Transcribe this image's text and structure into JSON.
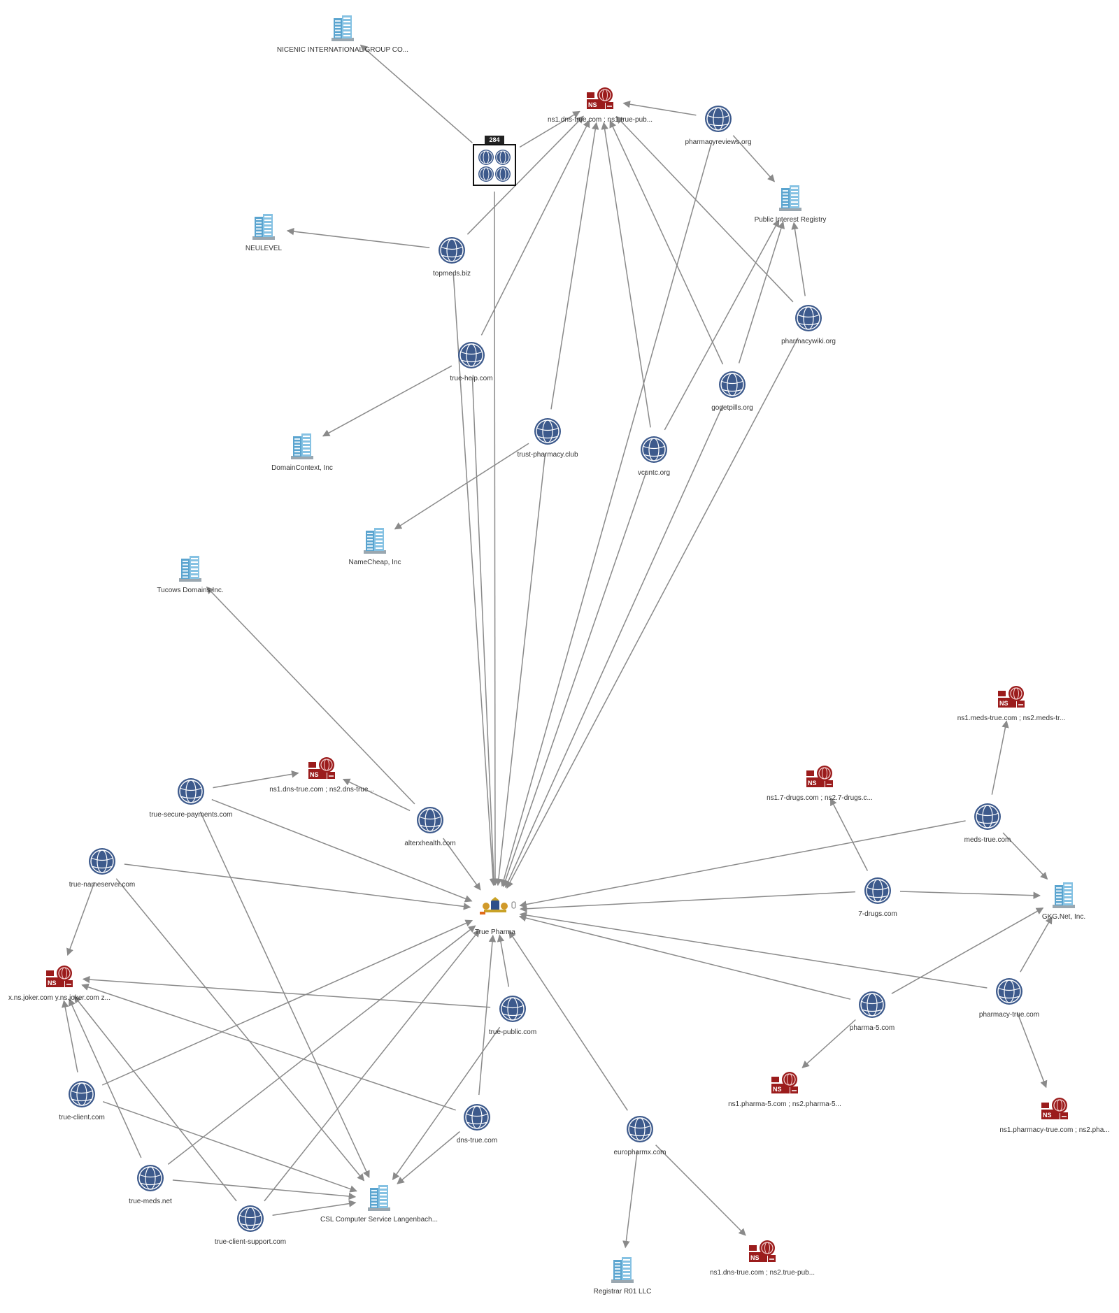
{
  "graph": {
    "nodes": [
      {
        "id": "nicenic",
        "type": "org",
        "label": "NICENIC INTERNATIONAL GROUP CO...",
        "icon": "building-icon"
      },
      {
        "id": "ns_top",
        "type": "ns",
        "label": "ns1.dns-true.com ; ns1.true-pub...",
        "icon": "nameserver-icon"
      },
      {
        "id": "cluster",
        "type": "cluster",
        "label": "",
        "count": "284",
        "icon": "domain-cluster-icon"
      },
      {
        "id": "pharmacyreviews",
        "type": "domain",
        "label": "pharmacyreviews.org",
        "icon": "globe-icon"
      },
      {
        "id": "pir",
        "type": "org",
        "label": "Public Interest Registry",
        "icon": "building-icon"
      },
      {
        "id": "neulevel",
        "type": "org",
        "label": "NEULEVEL",
        "icon": "building-icon"
      },
      {
        "id": "topmeds",
        "type": "domain",
        "label": "topmeds.biz",
        "icon": "globe-icon"
      },
      {
        "id": "pharmacywiki",
        "type": "domain",
        "label": "pharmacywiki.org",
        "icon": "globe-icon"
      },
      {
        "id": "truehelp",
        "type": "domain",
        "label": "true-help.com",
        "icon": "globe-icon"
      },
      {
        "id": "gogetpills",
        "type": "domain",
        "label": "gogetpills.org",
        "icon": "globe-icon"
      },
      {
        "id": "trustpharmacy",
        "type": "domain",
        "label": "trust-pharmacy.club",
        "icon": "globe-icon"
      },
      {
        "id": "vcuntc",
        "type": "domain",
        "label": "vcuntc.org",
        "icon": "globe-icon"
      },
      {
        "id": "domaincontext",
        "type": "org",
        "label": "DomainContext, Inc",
        "icon": "building-icon"
      },
      {
        "id": "namecheap",
        "type": "org",
        "label": "NameCheap, Inc",
        "icon": "building-icon"
      },
      {
        "id": "tucows",
        "type": "org",
        "label": "Tucows Domains Inc.",
        "icon": "building-icon"
      },
      {
        "id": "ns_meds",
        "type": "ns",
        "label": "ns1.meds-true.com ; ns2.meds-tr...",
        "icon": "nameserver-icon"
      },
      {
        "id": "ns_7drugs",
        "type": "ns",
        "label": "ns1.7-drugs.com ; ns2.7-drugs.c...",
        "icon": "nameserver-icon"
      },
      {
        "id": "ns_dns2",
        "type": "ns",
        "label": "ns1.dns-true.com ; ns2.dns-true...",
        "icon": "nameserver-icon"
      },
      {
        "id": "truesecure",
        "type": "domain",
        "label": "true-secure-payments.com",
        "icon": "globe-icon"
      },
      {
        "id": "alterx",
        "type": "domain",
        "label": "alterxhealth.com",
        "icon": "globe-icon"
      },
      {
        "id": "medstrue",
        "type": "domain",
        "label": "meds-true.com",
        "icon": "globe-icon"
      },
      {
        "id": "truenameserver",
        "type": "domain",
        "label": "true-nameserver.com",
        "icon": "globe-icon"
      },
      {
        "id": "truepharma",
        "type": "center",
        "label": "True Pharma",
        "icon": "organization-crest-icon"
      },
      {
        "id": "7drugs",
        "type": "domain",
        "label": "7-drugs.com",
        "icon": "globe-icon"
      },
      {
        "id": "gkg",
        "type": "org",
        "label": "GKG.Net, Inc.",
        "icon": "building-icon"
      },
      {
        "id": "ns_joker",
        "type": "ns",
        "label": "x.ns.joker.com y.ns.joker.com z...",
        "icon": "nameserver-icon"
      },
      {
        "id": "truepublic",
        "type": "domain",
        "label": "true-public.com",
        "icon": "globe-icon"
      },
      {
        "id": "pharma5",
        "type": "domain",
        "label": "pharma-5.com",
        "icon": "globe-icon"
      },
      {
        "id": "pharmacytrue",
        "type": "domain",
        "label": "pharmacy-true.com",
        "icon": "globe-icon"
      },
      {
        "id": "ns_pharma5",
        "type": "ns",
        "label": "ns1.pharma-5.com ; ns2.pharma-5...",
        "icon": "nameserver-icon"
      },
      {
        "id": "ns_pharmacytrue",
        "type": "ns",
        "label": "ns1.pharmacy-true.com ; ns2.pha...",
        "icon": "nameserver-icon"
      },
      {
        "id": "trueclient",
        "type": "domain",
        "label": "true-client.com",
        "icon": "globe-icon"
      },
      {
        "id": "dnstrue",
        "type": "domain",
        "label": "dns-true.com",
        "icon": "globe-icon"
      },
      {
        "id": "europharmx",
        "type": "domain",
        "label": "europharmx.com",
        "icon": "globe-icon"
      },
      {
        "id": "truemeds",
        "type": "domain",
        "label": "true-meds.net",
        "icon": "globe-icon"
      },
      {
        "id": "csl",
        "type": "org",
        "label": "CSL Computer Service Langenbach...",
        "icon": "building-icon"
      },
      {
        "id": "trueclientsupport",
        "type": "domain",
        "label": "true-client-support.com",
        "icon": "globe-icon"
      },
      {
        "id": "ns_truepub2",
        "type": "ns",
        "label": "ns1.dns-true.com ; ns2.true-pub...",
        "icon": "nameserver-icon"
      },
      {
        "id": "r01",
        "type": "org",
        "label": "Registrar R01 LLC",
        "icon": "building-icon"
      }
    ],
    "edges": [
      [
        "cluster",
        "nicenic"
      ],
      [
        "cluster",
        "ns_top"
      ],
      [
        "cluster",
        "truepharma"
      ],
      [
        "pharmacyreviews",
        "ns_top"
      ],
      [
        "pharmacyreviews",
        "pir"
      ],
      [
        "pharmacyreviews",
        "truepharma"
      ],
      [
        "topmeds",
        "neulevel"
      ],
      [
        "topmeds",
        "ns_top"
      ],
      [
        "topmeds",
        "truepharma"
      ],
      [
        "truehelp",
        "ns_top"
      ],
      [
        "truehelp",
        "domaincontext"
      ],
      [
        "truehelp",
        "truepharma"
      ],
      [
        "trustpharmacy",
        "ns_top"
      ],
      [
        "trustpharmacy",
        "namecheap"
      ],
      [
        "trustpharmacy",
        "truepharma"
      ],
      [
        "vcuntc",
        "ns_top"
      ],
      [
        "vcuntc",
        "pir"
      ],
      [
        "vcuntc",
        "truepharma"
      ],
      [
        "gogetpills",
        "ns_top"
      ],
      [
        "gogetpills",
        "pir"
      ],
      [
        "gogetpills",
        "truepharma"
      ],
      [
        "pharmacywiki",
        "ns_top"
      ],
      [
        "pharmacywiki",
        "pir"
      ],
      [
        "pharmacywiki",
        "truepharma"
      ],
      [
        "alterx",
        "tucows"
      ],
      [
        "alterx",
        "ns_dns2"
      ],
      [
        "alterx",
        "truepharma"
      ],
      [
        "truesecure",
        "ns_dns2"
      ],
      [
        "truesecure",
        "truepharma"
      ],
      [
        "truesecure",
        "csl"
      ],
      [
        "truenameserver",
        "truepharma"
      ],
      [
        "truenameserver",
        "ns_joker"
      ],
      [
        "truenameserver",
        "csl"
      ],
      [
        "medstrue",
        "ns_meds"
      ],
      [
        "medstrue",
        "gkg"
      ],
      [
        "medstrue",
        "truepharma"
      ],
      [
        "7drugs",
        "ns_7drugs"
      ],
      [
        "7drugs",
        "gkg"
      ],
      [
        "7drugs",
        "truepharma"
      ],
      [
        "pharma5",
        "truepharma"
      ],
      [
        "pharma5",
        "gkg"
      ],
      [
        "pharma5",
        "ns_pharma5"
      ],
      [
        "pharmacytrue",
        "truepharma"
      ],
      [
        "pharmacytrue",
        "gkg"
      ],
      [
        "pharmacytrue",
        "ns_pharmacytrue"
      ],
      [
        "truepublic",
        "truepharma"
      ],
      [
        "truepublic",
        "ns_joker"
      ],
      [
        "truepublic",
        "csl"
      ],
      [
        "dnstrue",
        "truepharma"
      ],
      [
        "dnstrue",
        "ns_joker"
      ],
      [
        "dnstrue",
        "csl"
      ],
      [
        "trueclient",
        "truepharma"
      ],
      [
        "trueclient",
        "ns_joker"
      ],
      [
        "trueclient",
        "csl"
      ],
      [
        "truemeds",
        "truepharma"
      ],
      [
        "truemeds",
        "ns_joker"
      ],
      [
        "truemeds",
        "csl"
      ],
      [
        "trueclientsupport",
        "truepharma"
      ],
      [
        "trueclientsupport",
        "ns_joker"
      ],
      [
        "trueclientsupport",
        "csl"
      ],
      [
        "europharmx",
        "truepharma"
      ],
      [
        "europharmx",
        "r01"
      ],
      [
        "europharmx",
        "ns_truepub2"
      ]
    ]
  },
  "colors": {
    "edge": "#8a8a8a",
    "globe_fill": "#3d5a8c",
    "globe_line": "#ffffff",
    "ns_red": "#9b1c1c",
    "building": "#5aa4cf",
    "label": "#333333",
    "badge": "#222222"
  }
}
